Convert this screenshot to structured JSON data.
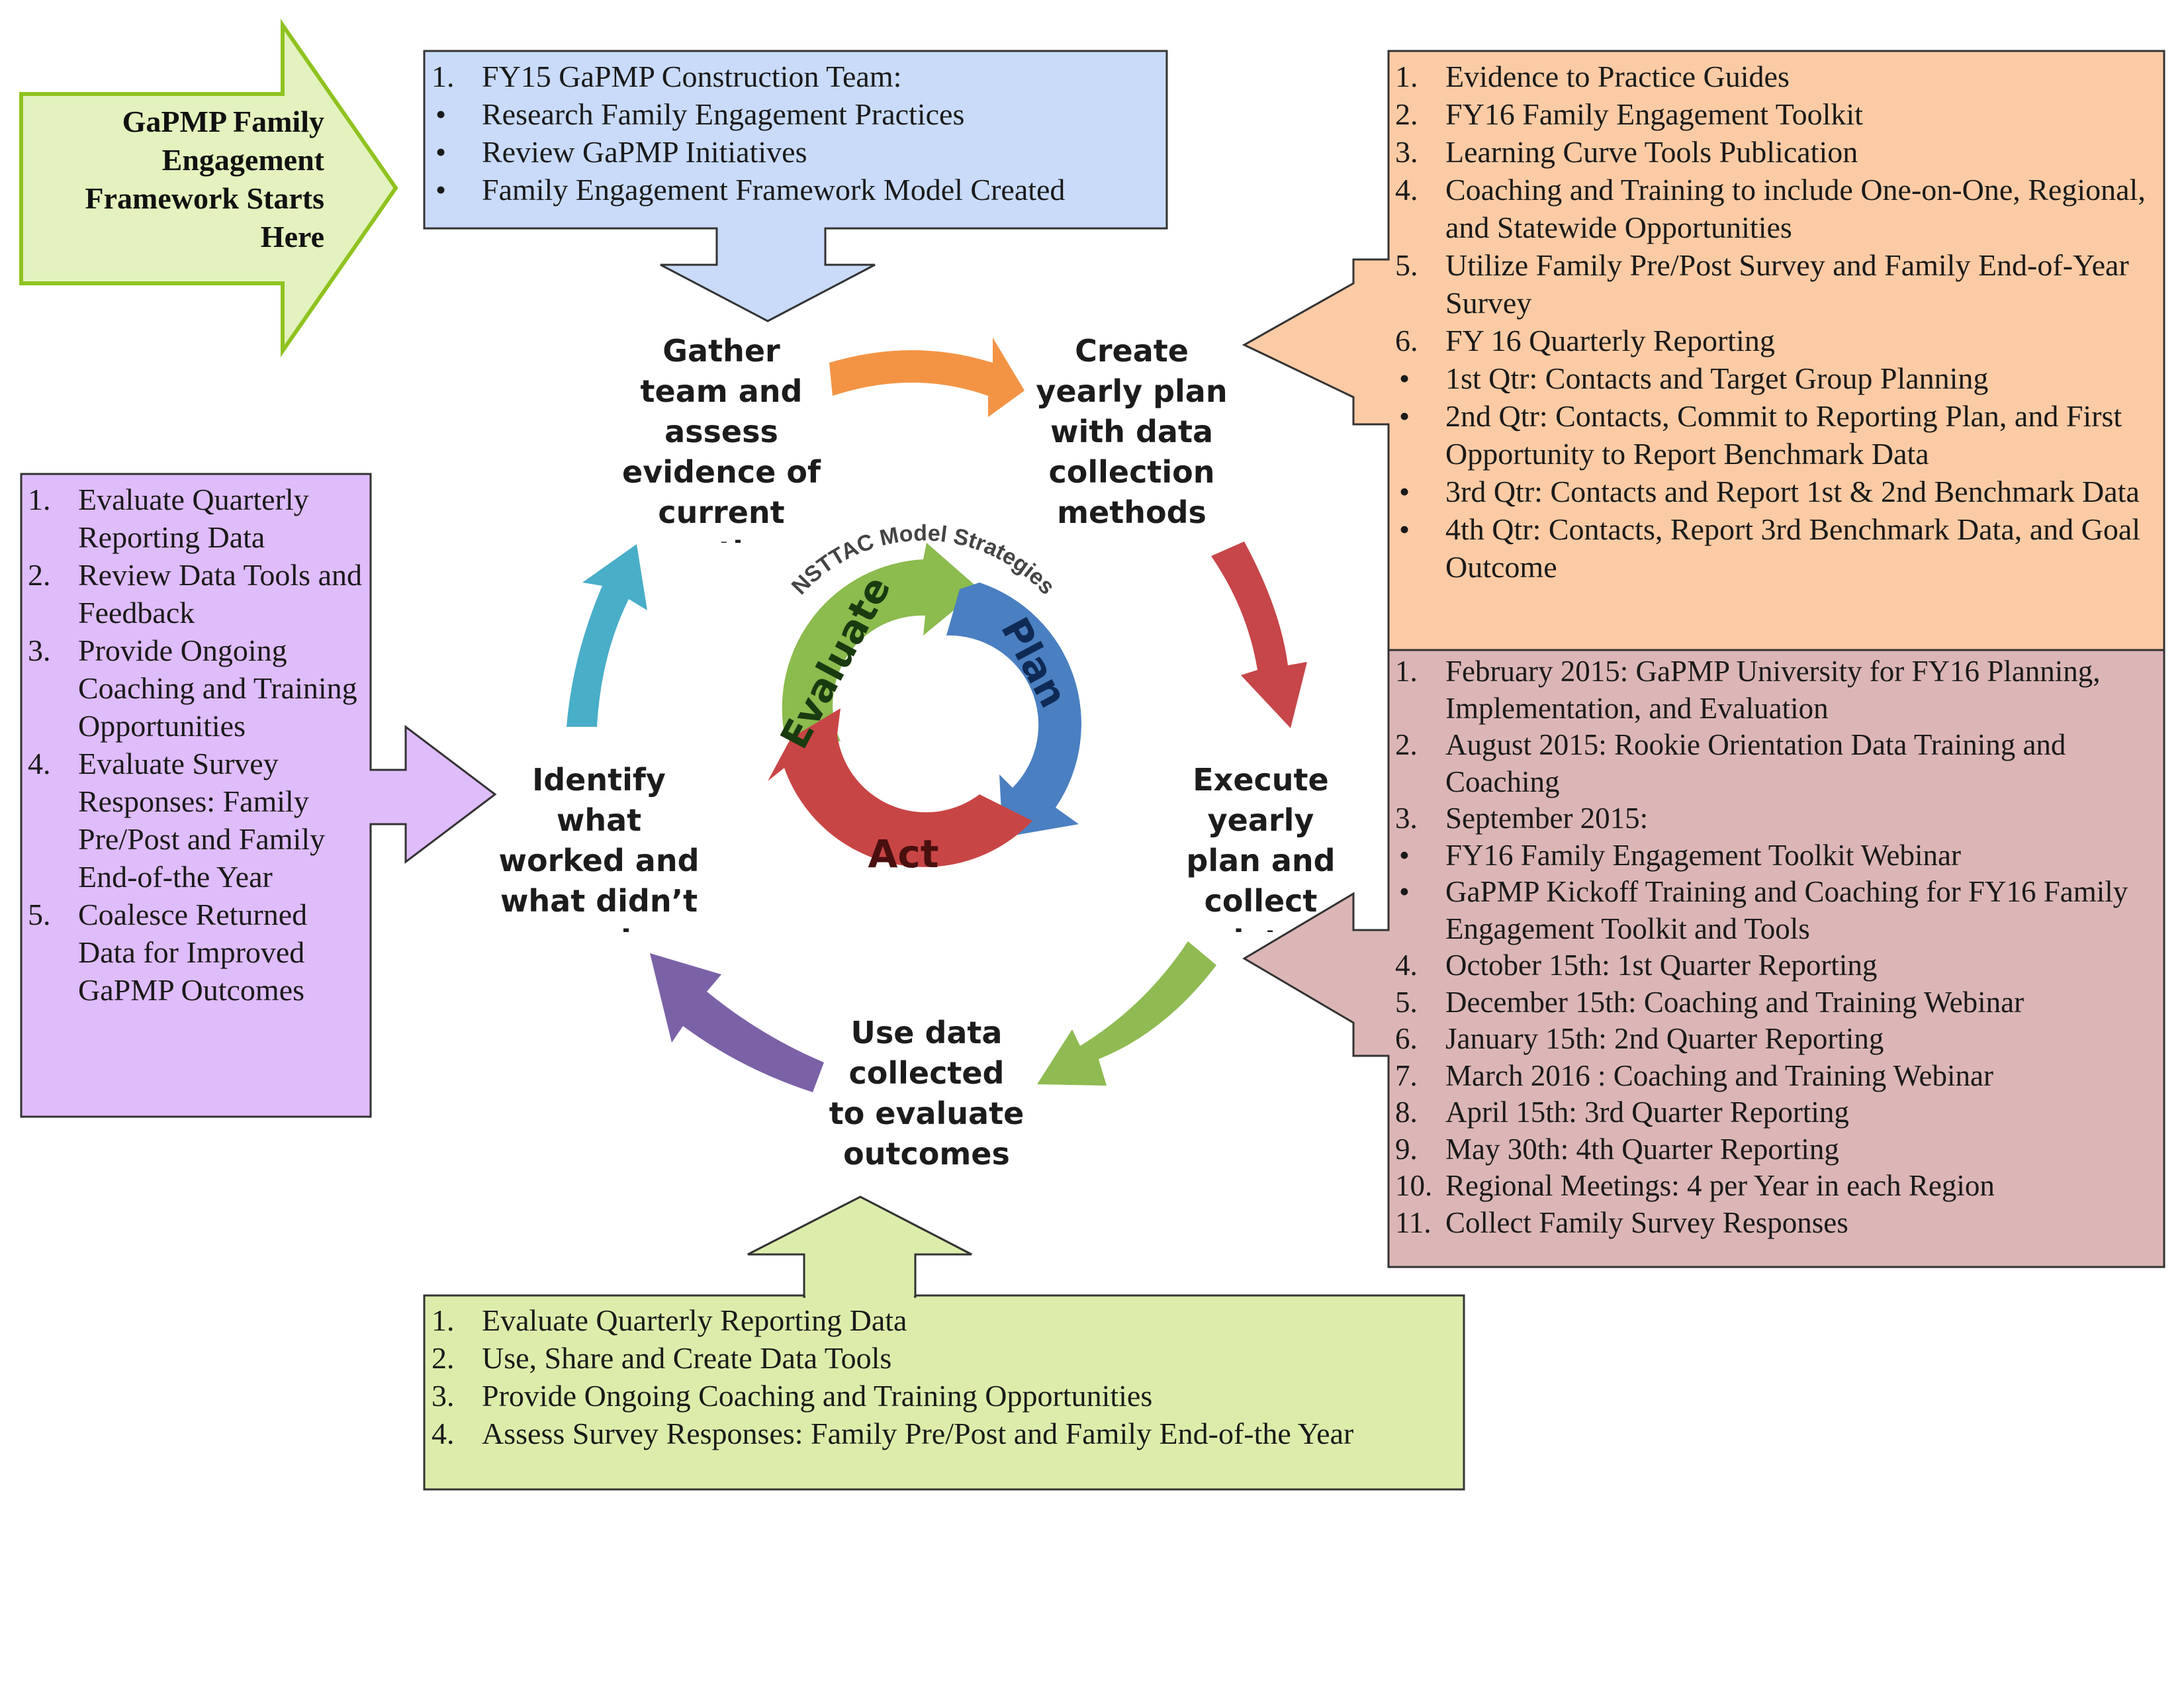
{
  "colors": {
    "start_fill": "#e3f2be",
    "start_stroke": "#8fc31f",
    "blue_box": "#c9dbf9",
    "orange_box": "#fbcba5",
    "purple_box": "#dfbcfa",
    "pink_box": "#dcb6b6",
    "green_box": "#dcedab",
    "ring_evaluate": "#8cbb4e",
    "ring_plan": "#4a7fc1",
    "ring_act": "#c84545",
    "arrow_orange": "#f39445",
    "arrow_red": "#c6464a",
    "arrow_green": "#8fbb52",
    "arrow_purple": "#7b62a7",
    "arrow_teal": "#49aec8"
  },
  "start_arrow": {
    "text": "GaPMP Family Engagement Framework Starts Here"
  },
  "top_box": {
    "items": [
      {
        "num": "1",
        "type": "num",
        "text": "FY15 GaPMP Construction Team:"
      },
      {
        "type": "bullet",
        "text": "Research Family Engagement Practices"
      },
      {
        "type": "bullet",
        "text": "Review GaPMP Initiatives"
      },
      {
        "type": "bullet",
        "text": "Family Engagement Framework Model Created"
      }
    ]
  },
  "orange_box": {
    "items": [
      {
        "num": "1",
        "type": "num",
        "text": "Evidence to Practice Guides"
      },
      {
        "num": "2",
        "type": "num",
        "text": "FY16 Family Engagement Toolkit"
      },
      {
        "num": "3",
        "type": "num",
        "text": "Learning Curve Tools Publication"
      },
      {
        "num": "4",
        "type": "num",
        "text": "Coaching and Training to include One-on-One, Regional, and Statewide Opportunities"
      },
      {
        "num": "5",
        "type": "num",
        "text": "Utilize Family Pre/Post Survey and Family End-of-Year Survey"
      },
      {
        "num": "6",
        "type": "num",
        "text": "FY 16 Quarterly Reporting"
      },
      {
        "type": "bullet",
        "text": "1st Qtr: Contacts and Target Group Planning"
      },
      {
        "type": "bullet",
        "text": "2nd Qtr: Contacts, Commit to Reporting Plan, and First Opportunity to Report Benchmark Data"
      },
      {
        "type": "bullet",
        "text": "3rd Qtr: Contacts and Report 1st & 2nd Benchmark Data"
      },
      {
        "type": "bullet",
        "text": "4th Qtr: Contacts, Report 3rd Benchmark Data, and Goal Outcome"
      }
    ]
  },
  "pink_box": {
    "items": [
      {
        "num": "1",
        "type": "num",
        "text": "February 2015: GaPMP University for FY16 Planning, Implementation, and Evaluation"
      },
      {
        "num": "2",
        "type": "num",
        "text": "August 2015: Rookie  Orientation Data Training and Coaching"
      },
      {
        "num": "3",
        "type": "num",
        "text": "September 2015:"
      },
      {
        "type": "bullet",
        "text": "FY16 Family Engagement Toolkit Webinar"
      },
      {
        "type": "bullet",
        "text": "GaPMP Kickoff Training and Coaching for FY16 Family Engagement Toolkit and Tools"
      },
      {
        "num": "4",
        "type": "num",
        "text": "October 15th: 1st Quarter Reporting"
      },
      {
        "num": "5",
        "type": "num",
        "text": "December 15th: Coaching and Training Webinar"
      },
      {
        "num": "6",
        "type": "num",
        "text": "January 15th: 2nd Quarter Reporting"
      },
      {
        "num": "7",
        "type": "num",
        "text": "March 2016 : Coaching and Training Webinar"
      },
      {
        "num": "8",
        "type": "num",
        "text": "April 15th: 3rd Quarter Reporting"
      },
      {
        "num": "9",
        "type": "num",
        "text": "May 30th: 4th Quarter Reporting"
      },
      {
        "num": "10",
        "type": "num",
        "text": " Regional Meetings: 4 per Year in each Region"
      },
      {
        "num": "11",
        "type": "num",
        "text": " Collect Family Survey Responses"
      }
    ]
  },
  "purple_box": {
    "items": [
      {
        "num": "1",
        "type": "num",
        "text": "Evaluate Quarterly Reporting Data"
      },
      {
        "num": "2",
        "type": "num",
        "text": "Review Data Tools and Feedback"
      },
      {
        "num": "3",
        "type": "num",
        "text": "Provide Ongoing Coaching and Training Opportunities"
      },
      {
        "num": "4",
        "type": "num",
        "text": "Evaluate Survey Responses: Family Pre/Post and  Family End-of-the Year"
      },
      {
        "num": "5",
        "type": "num",
        "text": "Coalesce Returned Data for Improved GaPMP Outcomes"
      }
    ]
  },
  "green_box": {
    "items": [
      {
        "num": "1",
        "type": "num",
        "text": "Evaluate Quarterly Reporting Data"
      },
      {
        "num": "2",
        "type": "num",
        "text": "Use, Share and Create Data Tools"
      },
      {
        "num": "3",
        "type": "num",
        "text": "Provide Ongoing Coaching and Training Opportunities"
      },
      {
        "num": "4",
        "type": "num",
        "text": "Assess Survey Responses: Family Pre/Post and Family End-of-the Year"
      }
    ]
  },
  "cycle": {
    "gather": "Gather team and assess evidence of current practices",
    "create": "Create yearly plan with data collection methods",
    "execute": "Execute yearly plan and collect data",
    "use": "Use data collected to evaluate outcomes",
    "identify": "Identify what worked and what didn’t work"
  },
  "ring": {
    "title": "NSTTAC Model Strategies",
    "evaluate": "Evaluate",
    "plan": "Plan",
    "act": "Act"
  }
}
